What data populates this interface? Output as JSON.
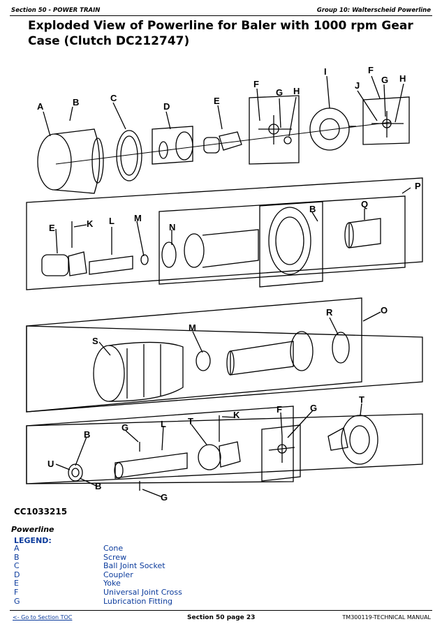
{
  "header": {
    "left": "Section 50 - POWER TRAIN",
    "right": "Group 10: Walterscheid Powerline"
  },
  "title": "Exploded View of Powerline for Baler with 1000 rpm Gear Case (Clutch DC212747)",
  "diagram": {
    "figure_id": "CC1033215",
    "callouts": {
      "a": "A",
      "b": "B",
      "c": "C",
      "d": "D",
      "e": "E",
      "f": "F",
      "g": "G",
      "h": "H",
      "i": "I",
      "j": "J",
      "k": "K",
      "l": "L",
      "m": "M",
      "n": "N",
      "o": "O",
      "p": "P",
      "q": "Q",
      "r": "R",
      "s": "S",
      "t": "T",
      "u": "U"
    }
  },
  "caption": "Powerline",
  "legend": {
    "title": "LEGEND:",
    "items": [
      {
        "key": "A",
        "label": "Cone"
      },
      {
        "key": "B",
        "label": "Screw"
      },
      {
        "key": "C",
        "label": "Ball Joint Socket"
      },
      {
        "key": "D",
        "label": "Coupler"
      },
      {
        "key": "E",
        "label": "Yoke"
      },
      {
        "key": "F",
        "label": "Universal Joint Cross"
      },
      {
        "key": "G",
        "label": "Lubrication Fitting"
      }
    ]
  },
  "footer": {
    "toc_link": "<- Go to Section TOC",
    "page": "Section 50 page 23",
    "manual": "TM300119-TECHNICAL MANUAL"
  }
}
